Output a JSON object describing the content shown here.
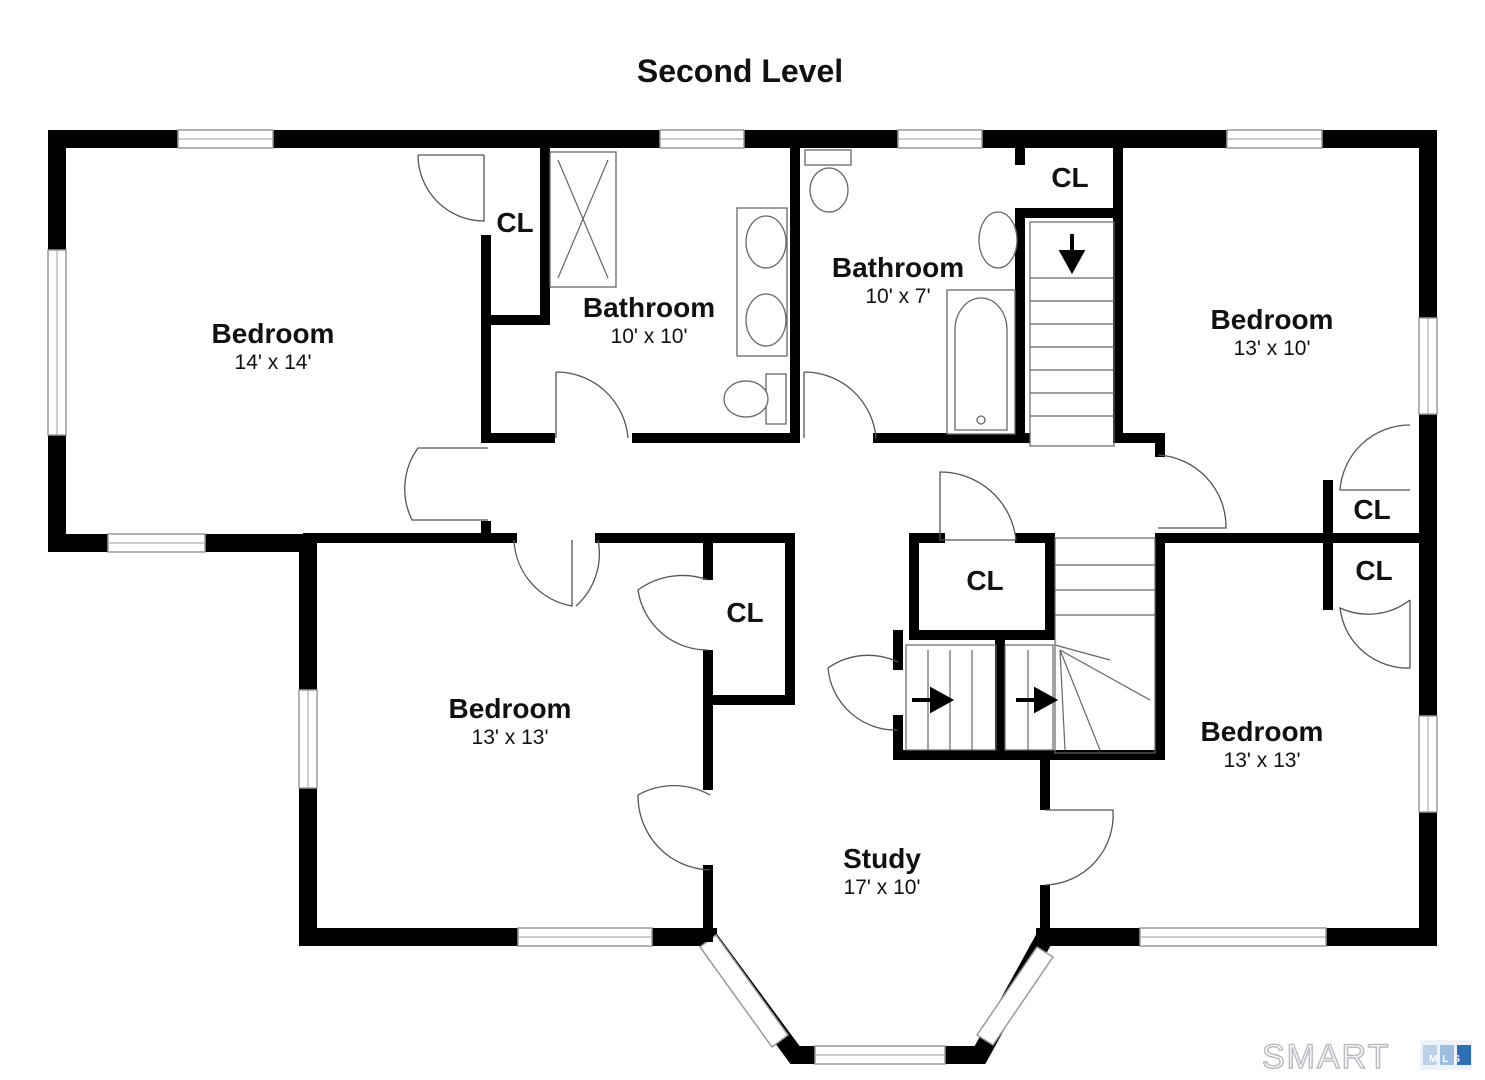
{
  "title": "Second Level",
  "rooms": {
    "bedroom_nw": {
      "name": "Bedroom",
      "dims": "14' x 14'"
    },
    "bathroom_main": {
      "name": "Bathroom",
      "dims": "10' x 10'"
    },
    "bathroom_hall": {
      "name": "Bathroom",
      "dims": "10' x 7'"
    },
    "bedroom_ne": {
      "name": "Bedroom",
      "dims": "13' x 10'"
    },
    "bedroom_sw": {
      "name": "Bedroom",
      "dims": "13' x 13'"
    },
    "bedroom_se": {
      "name": "Bedroom",
      "dims": "13' x 13'"
    },
    "study": {
      "name": "Study",
      "dims": "17' x 10'"
    }
  },
  "closets": {
    "cl1": "CL",
    "cl2": "CL",
    "cl3": "CL",
    "cl4": "CL",
    "cl5": "CL",
    "cl6": "CL"
  },
  "logo": {
    "text": "SMART",
    "badge": "MLS"
  },
  "colors": {
    "wall": "#000000",
    "logo_blue": "#2f6fb5"
  }
}
